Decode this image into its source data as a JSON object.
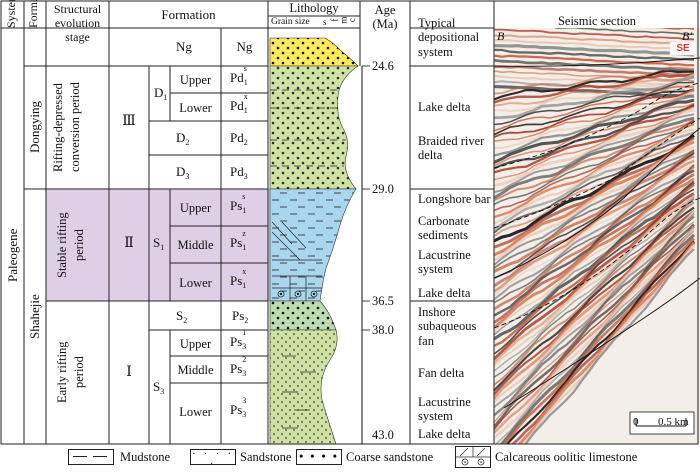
{
  "header": {
    "system": "System",
    "formation_col": "Formation",
    "structural": [
      "Structural",
      "evolution",
      "stage"
    ],
    "formation": "Formation",
    "lithology": "Lithology",
    "grain_size": "Grain size",
    "grain_codes": [
      "s",
      "f",
      "m",
      "c"
    ],
    "age": [
      "Age",
      "(Ma)"
    ],
    "typical": [
      "Typical",
      "depositional",
      "system"
    ],
    "seismic": "Seismic section"
  },
  "system": {
    "paleogene": "Paleogene"
  },
  "formations": {
    "dongying": "Dongying",
    "shahejie": "Shahejie"
  },
  "periods": {
    "rift_depressed": [
      "Rifting-depressed",
      "conversion period"
    ],
    "stable": [
      "Stable rifting",
      "period"
    ],
    "early": [
      "Early rifting",
      "period"
    ]
  },
  "stages": {
    "iii": "Ⅲ",
    "ii": "Ⅱ",
    "i": "Ⅰ"
  },
  "members": {
    "ng": "Ng",
    "d1": "D",
    "d1_sub": "1",
    "d2": "D",
    "d2_sub": "2",
    "d3": "D",
    "d3_sub": "3",
    "s1": "S",
    "s1_sub": "1",
    "s2": "S",
    "s2_sub": "2",
    "s3": "S",
    "s3_sub": "3"
  },
  "subdivisions": {
    "upper": "Upper",
    "lower": "Lower",
    "middle": "Middle"
  },
  "codes": {
    "ng": "Ng",
    "pd1s": {
      "base": "Pd",
      "sub": "1",
      "sup": "s"
    },
    "pd1x": {
      "base": "Pd",
      "sub": "1",
      "sup": "x"
    },
    "pd2": {
      "base": "Pd",
      "sub": "2"
    },
    "pd3": {
      "base": "Pd",
      "sub": "3"
    },
    "ps1s": {
      "base": "Ps",
      "sub": "1",
      "sup": "s"
    },
    "ps1z": {
      "base": "Ps",
      "sub": "1",
      "sup": "z"
    },
    "ps1x": {
      "base": "Ps",
      "sub": "1",
      "sup": "x"
    },
    "ps2": {
      "base": "Ps",
      "sub": "2"
    },
    "ps31": {
      "base": "Ps",
      "sub": "3",
      "sup": "1"
    },
    "ps32": {
      "base": "Ps",
      "sub": "3",
      "sup": "2"
    },
    "ps33": {
      "base": "Ps",
      "sub": "3",
      "sup": "3"
    }
  },
  "ages": [
    "24.6",
    "29.0",
    "36.5",
    "38.0",
    "43.0"
  ],
  "depositional": {
    "lake_delta_1": "Lake delta",
    "braided": [
      "Braided river",
      "delta"
    ],
    "longshore": "Longshore bar",
    "carbonate": [
      "Carbonate",
      "sediments"
    ],
    "lacustrine_1": [
      "Lacustrine",
      "system"
    ],
    "lake_delta_2": "Lake delta",
    "inshore": [
      "Inshore",
      "subaqueous",
      "fan"
    ],
    "fan_delta": "Fan delta",
    "lacustrine_2": [
      "Lacustrine",
      "system"
    ],
    "lake_delta_3": "Lake delta"
  },
  "seismic": {
    "b_left": "B",
    "b_right": "B′",
    "se": "SE",
    "scale": [
      "0",
      "0.5 km"
    ]
  },
  "legend": {
    "mudstone": "Mudstone",
    "sandstone": "Sandstone",
    "coarse": "Coarse sandstone",
    "calcareous": "Calcareous oolitic limestone"
  },
  "colors": {
    "yellow": "#ffea5a",
    "green": "#cfe2a4",
    "blue": "#a9d6ef",
    "lilac": "#ddd0e6",
    "se_red": "#e8322a"
  }
}
